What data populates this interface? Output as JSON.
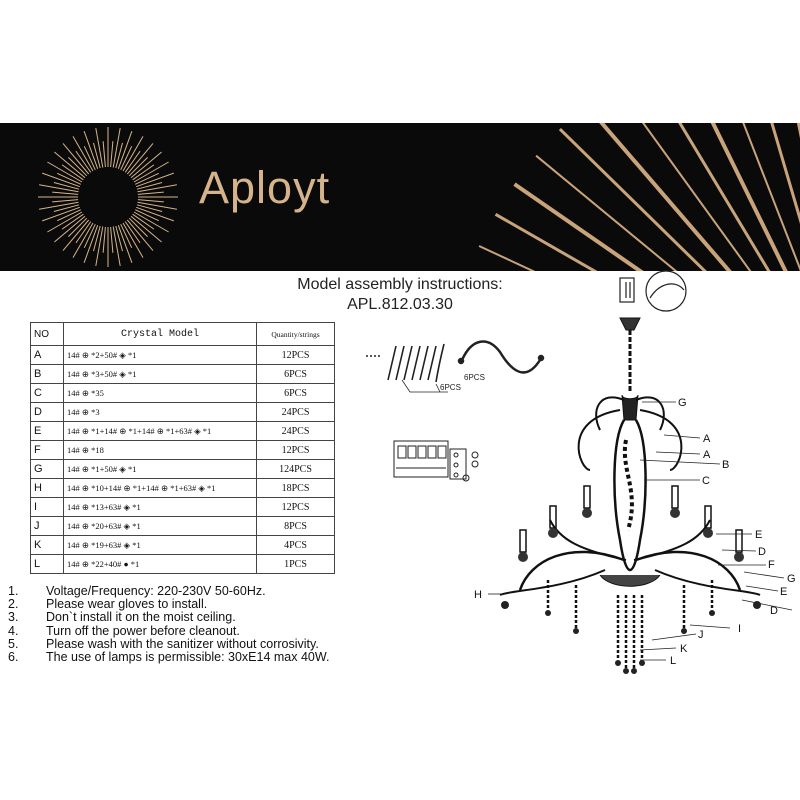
{
  "brand": {
    "name": "Aployt",
    "color": "#d5b48c"
  },
  "header": {
    "title": "Model assembly instructions:",
    "model_code": "APL.812.03.30"
  },
  "table": {
    "headers": {
      "no": "NO",
      "model": "Crystal    Model",
      "qty": "Quantity/strings"
    },
    "rows": [
      {
        "no": "A",
        "model": "14# ⊕ *2+50# ◈ *1",
        "qty": "12PCS"
      },
      {
        "no": "B",
        "model": "14# ⊕ *3+50# ◈ *1",
        "qty": "6PCS"
      },
      {
        "no": "C",
        "model": "14# ⊕ *35",
        "qty": "6PCS"
      },
      {
        "no": "D",
        "model": "14# ⊕ *3",
        "qty": "24PCS"
      },
      {
        "no": "E",
        "model": "14# ⊕ *1+14# ⊕ *1+14# ⊕ *1+63# ◈ *1",
        "qty": "24PCS"
      },
      {
        "no": "F",
        "model": "14# ⊕ *18",
        "qty": "12PCS"
      },
      {
        "no": "G",
        "model": "14# ⊕ *1+50# ◈ *1",
        "qty": "124PCS"
      },
      {
        "no": "H",
        "model": "14# ⊕ *10+14# ⊕ *1+14# ⊕ *1+63# ◈ *1",
        "qty": "18PCS"
      },
      {
        "no": "I",
        "model": "14# ⊕ *13+63# ◈ *1",
        "qty": "12PCS"
      },
      {
        "no": "J",
        "model": "14# ⊕ *20+63# ◈ *1",
        "qty": "8PCS"
      },
      {
        "no": "K",
        "model": "14# ⊕ *19+63# ◈ *1",
        "qty": "4PCS"
      },
      {
        "no": "L",
        "model": "14# ⊕ *22+40# ● *1",
        "qty": "1PCS"
      }
    ]
  },
  "notes": [
    {
      "n": "1.",
      "text": "Voltage/Frequency: 220-230V 50-60Hz."
    },
    {
      "n": "2.",
      "text": "Please wear gloves to install."
    },
    {
      "n": "3.",
      "text": "Don`t install it on the moist ceiling."
    },
    {
      "n": "4.",
      "text": "Turn off the power before cleanout."
    },
    {
      "n": "5.",
      "text": "Please wash with the sanitizer without corrosivity."
    },
    {
      "n": "6.",
      "text": "The use of lamps is permissible: 30xE14 max 40W."
    }
  ],
  "diagram": {
    "chain_label_1": "6PCS",
    "chain_label_2": "6PCS",
    "labels": {
      "G": "G",
      "A1": "A",
      "A2": "A",
      "B": "B",
      "C": "C",
      "E1": "E",
      "D1": "D",
      "F": "F",
      "G2": "G",
      "E2": "E",
      "D2": "D",
      "H": "H",
      "I": "I",
      "J": "J",
      "K": "K",
      "L": "L"
    }
  }
}
